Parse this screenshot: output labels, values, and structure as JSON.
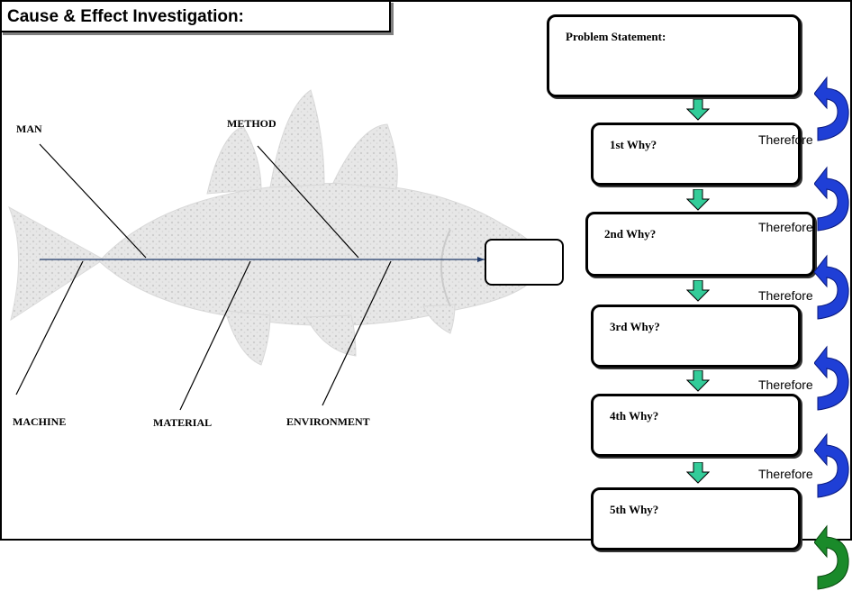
{
  "title": "Cause & Effect Investigation:",
  "bones": {
    "man": "MAN",
    "method": "METHOD",
    "machine": "MACHINE",
    "material": "MATERIAL",
    "environment": "ENVIRONMENT"
  },
  "whys": {
    "problem": "Problem Statement:",
    "first": "1st Why?",
    "second": "2nd Why?",
    "third": "3rd Why?",
    "fourth": "4th Why?",
    "fifth": "5th Why?"
  },
  "therefore_label": "Therefore",
  "colors": {
    "down_arrow": "#33cc99",
    "curl_arrow": "#1f3fd6",
    "last_arrow": "#1a8a2a",
    "spine": "#1f3a6a"
  }
}
